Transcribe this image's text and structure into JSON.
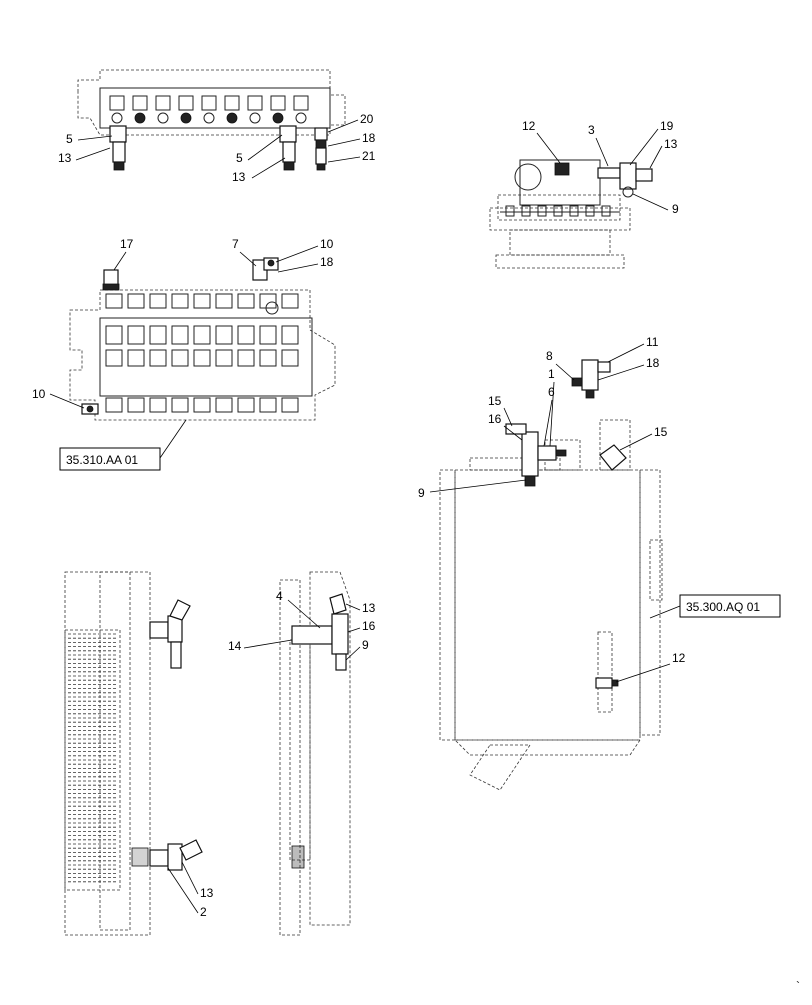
{
  "callouts": {
    "c5a": "5",
    "c13a": "13",
    "c5b": "5",
    "c13b": "13",
    "c20": "20",
    "c18a": "18",
    "c21": "21",
    "c12a": "12",
    "c3": "3",
    "c19": "19",
    "c13c": "13",
    "c9a": "9",
    "c17": "17",
    "c7": "7",
    "c10a": "10",
    "c18b": "18",
    "c10b": "10",
    "c11": "11",
    "c8": "8",
    "c18c": "18",
    "c1": "1",
    "c6": "6",
    "c15a": "15",
    "c16a": "16",
    "c15b": "15",
    "c9b": "9",
    "c12b": "12",
    "c4": "4",
    "c13d": "13",
    "c16b": "16",
    "c14": "14",
    "c9c": "9",
    "c13e": "13",
    "c2": "2"
  },
  "references": {
    "valve_ref": "35.310.AA 01",
    "tank_ref": "35.300.AQ 01"
  },
  "corner_mark": "`"
}
